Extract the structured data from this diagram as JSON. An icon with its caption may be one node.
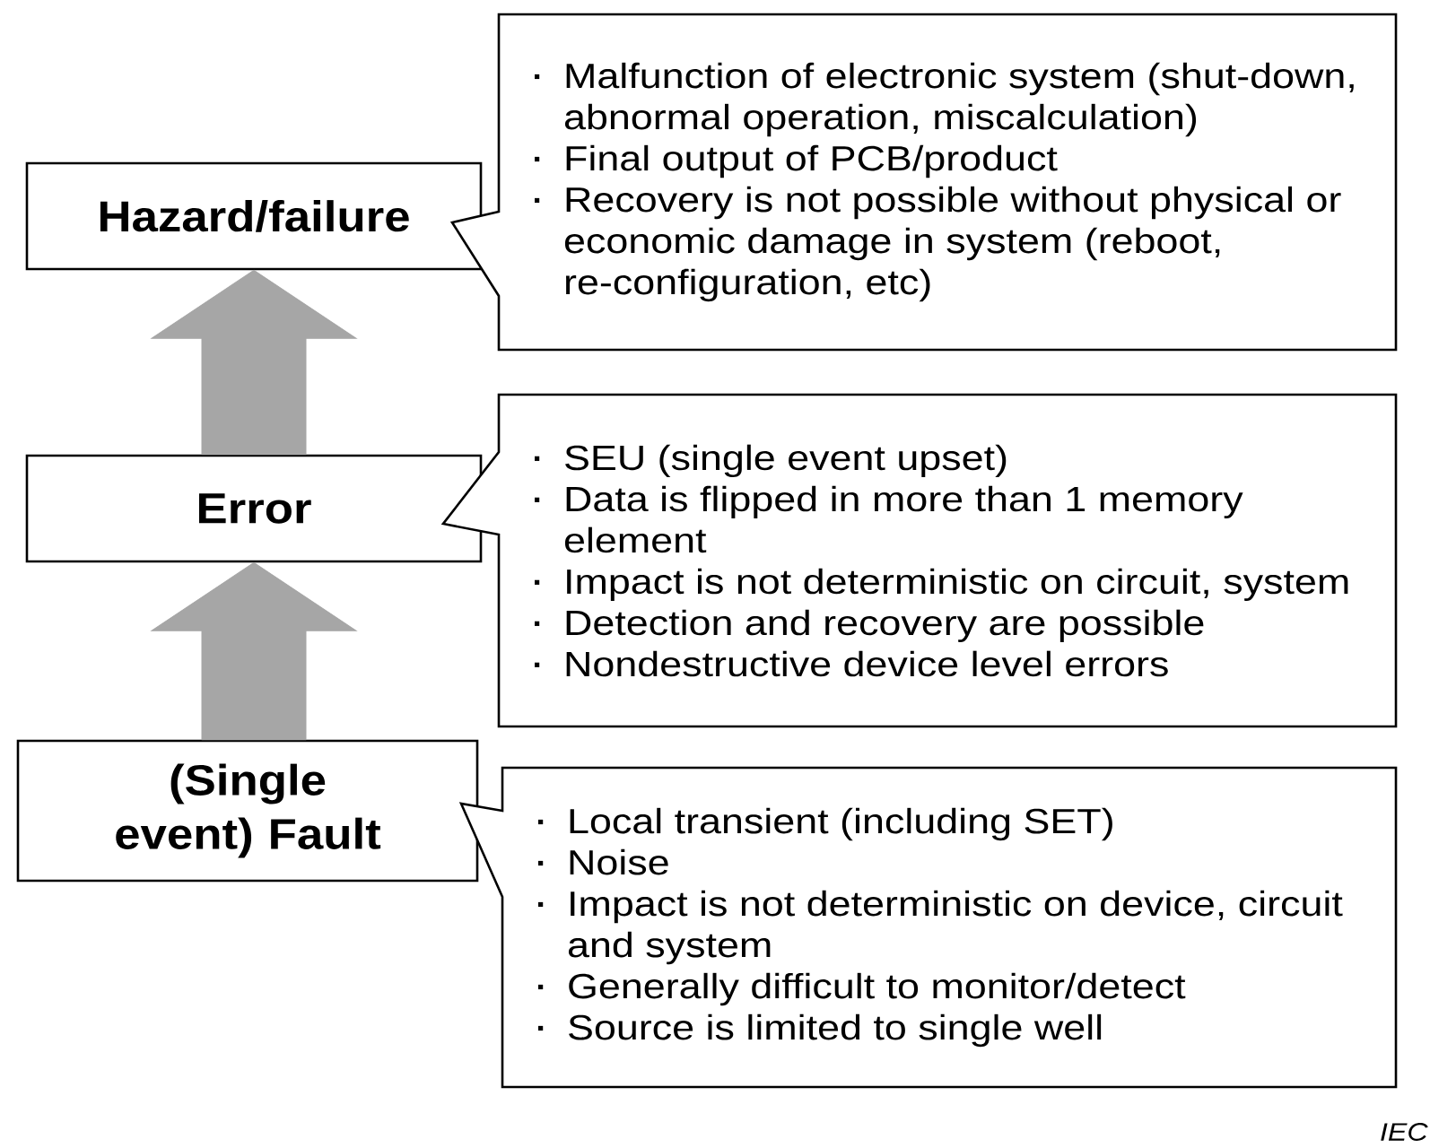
{
  "diagram": {
    "nodes": [
      {
        "text": [
          "Hazard/failure"
        ]
      },
      {
        "text": [
          "Malfunction of electronic system (shut-down, abnormal operation, miscalculation)",
          "Final output of PCB/product",
          "Recovery is not possible without physical or economic damage in system (reboot, re-configuration, etc)"
        ]
      },
      {
        "text": [
          "Error"
        ]
      },
      {
        "text": [
          "SEU (single event upset)",
          "Data is flipped in more than 1 memory element",
          "Impact is not deterministic on circuit, system",
          "Detection and recovery are possible",
          "Nondestructive device level errors"
        ]
      },
      {
        "text": [
          "(Single event) Fault"
        ]
      },
      {
        "text": [
          "Local transient (including SET)",
          "Noise",
          "Impact is not deterministic on device, circuit and system",
          "Generally difficult to monitor/detect",
          "Source is limited to single well"
        ]
      }
    ],
    "edges": [
      {
        "from": 2,
        "to": 0,
        "arrow": "to"
      },
      {
        "from": 4,
        "to": 2,
        "arrow": "to"
      }
    ],
    "labels": [
      "IEC"
    ]
  }
}
